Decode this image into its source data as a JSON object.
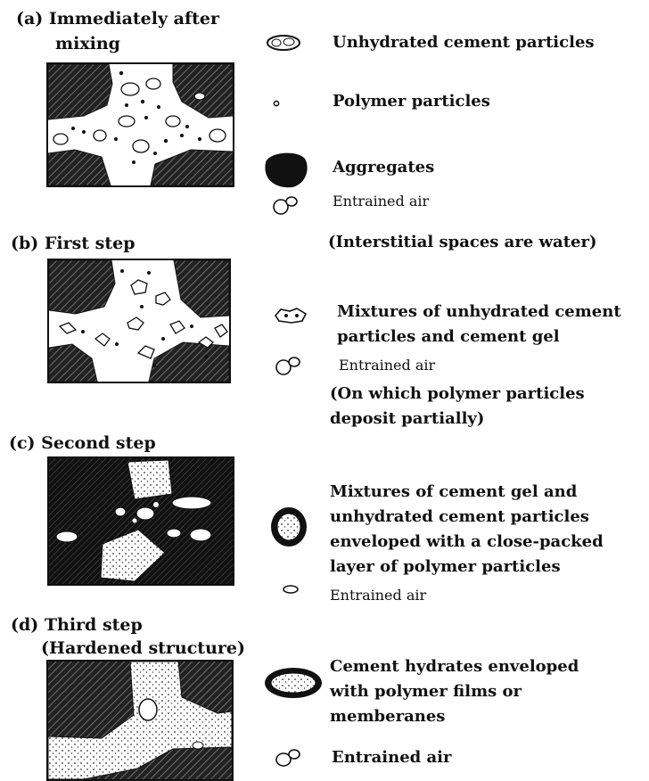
{
  "steps": [
    {
      "title_line1": "(a) Immediately after",
      "title_line2": "mixing"
    },
    {
      "title_line1": "(b) First step"
    },
    {
      "title_line1": "(c) Second step"
    },
    {
      "title_line1": "(d) Third step",
      "title_line2": "(Hardened structure)"
    }
  ],
  "legend_a": {
    "unhydrated_cement": "Unhydrated cement particles",
    "polymer_particles": "Polymer particles",
    "aggregates": "Aggregates",
    "entrained_air": "Entrained air",
    "interstitial_note": "(Interstitial spaces are water)"
  },
  "legend_b": {
    "mixture_line1": "Mixtures of unhydrated cement",
    "mixture_line2": "particles and cement gel",
    "entrained_air": "Entrained air",
    "note_line1": "(On which polymer particles",
    "note_line2": "deposit partially)"
  },
  "legend_c": {
    "line1": "Mixtures of cement gel and",
    "line2": "unhydrated cement particles",
    "line3": "enveloped with a close-packed",
    "line4": "layer of polymer particles",
    "entrained_air": "Entrained air"
  },
  "legend_d": {
    "line1": "Cement hydrates enveloped",
    "line2": "with polymer films or",
    "line3": "memberanes",
    "entrained_air": "Entrained air"
  }
}
